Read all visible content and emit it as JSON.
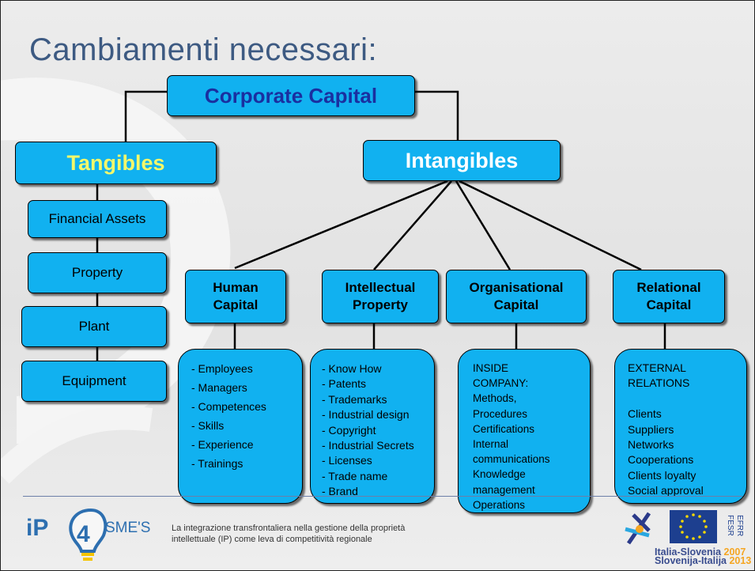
{
  "slide": {
    "title": "Cambiamenti necessari:",
    "root": "Corporate Capital",
    "tangibles": {
      "label": "Tangibles",
      "items": [
        "Financial Assets",
        "Property",
        "Plant",
        "Equipment"
      ]
    },
    "intangibles": {
      "label": "Intangibles",
      "categories": [
        {
          "label": "Human\nCapital",
          "details": "- Employees\n- Managers\n- Competences\n- Skills\n- Experience\n- Trainings"
        },
        {
          "label": "Intellectual\nProperty",
          "details": "- Know How\n- Patents\n- Trademarks\n- Industrial design\n- Copyright\n- Industrial Secrets\n- Licenses\n- Trade name\n- Brand"
        },
        {
          "label": "Organisational\nCapital",
          "details": "INSIDE\nCOMPANY:\nMethods,\nProcedures\nCertifications\nInternal\ncommunications\nKnowledge\nmanagement\nOperations"
        },
        {
          "label": "Relational\nCapital",
          "details": "EXTERNAL\nRELATIONS\n\nClients\nSuppliers\nNetworks\nCooperations\nClients loyalty\nSocial approval"
        }
      ]
    }
  },
  "footer": {
    "text_line1": "La integrazione transfrontaliera nella gestione della proprietà",
    "text_line2": "intellettuale (IP) come leva di competitività regionale",
    "logo_left": {
      "text": "SME'S",
      "icon": "ip4-bulb-logo"
    },
    "logo_right": {
      "label_line1": "Italia-Slovenia ",
      "year_line1": "2007",
      "label_line2": "Slovenija-Italija ",
      "year_line2": "2013",
      "fesr": "FESR",
      "efrr": "EFRR"
    }
  },
  "colors": {
    "box_fill": "#11b1f0",
    "root_text": "#1a2fa0",
    "tangibles_text": "#f4f86a",
    "intangibles_text": "#ffffff",
    "title_text": "#3d5a82"
  }
}
